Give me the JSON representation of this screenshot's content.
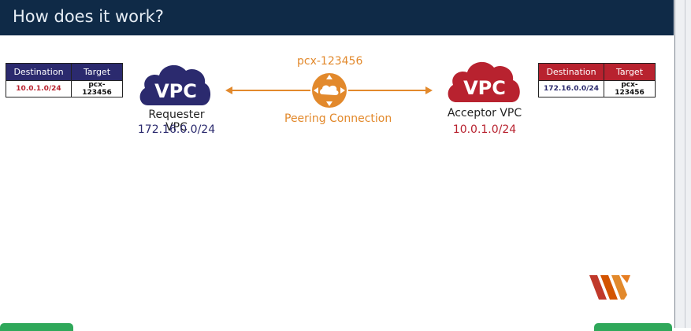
{
  "slide": {
    "title": "How does it work?"
  },
  "requester": {
    "name": "Requester VPC",
    "cidr": "172.16.0.0/24",
    "cloud_text": "VPC",
    "color": "#2b2a6e",
    "route_table": {
      "headers": [
        "Destination",
        "Target"
      ],
      "rows": [
        [
          "10.0.1.0/24",
          "pcx-123456"
        ]
      ]
    }
  },
  "acceptor": {
    "name": "Acceptor VPC",
    "cidr": "10.0.1.0/24",
    "cloud_text": "VPC",
    "color": "#b8222f",
    "route_table": {
      "headers": [
        "Destination",
        "Target"
      ],
      "rows": [
        [
          "172.16.0.0/24",
          "pcx-123456"
        ]
      ]
    }
  },
  "peering": {
    "id": "pcx-123456",
    "label": "Peering Connection",
    "color": "#e2892c",
    "icon": "peering-connection-icon"
  },
  "logo": {
    "icon": "brand-logo-icon"
  },
  "colors": {
    "title_bar": "#0f2a47",
    "button": "#2fa85a"
  }
}
